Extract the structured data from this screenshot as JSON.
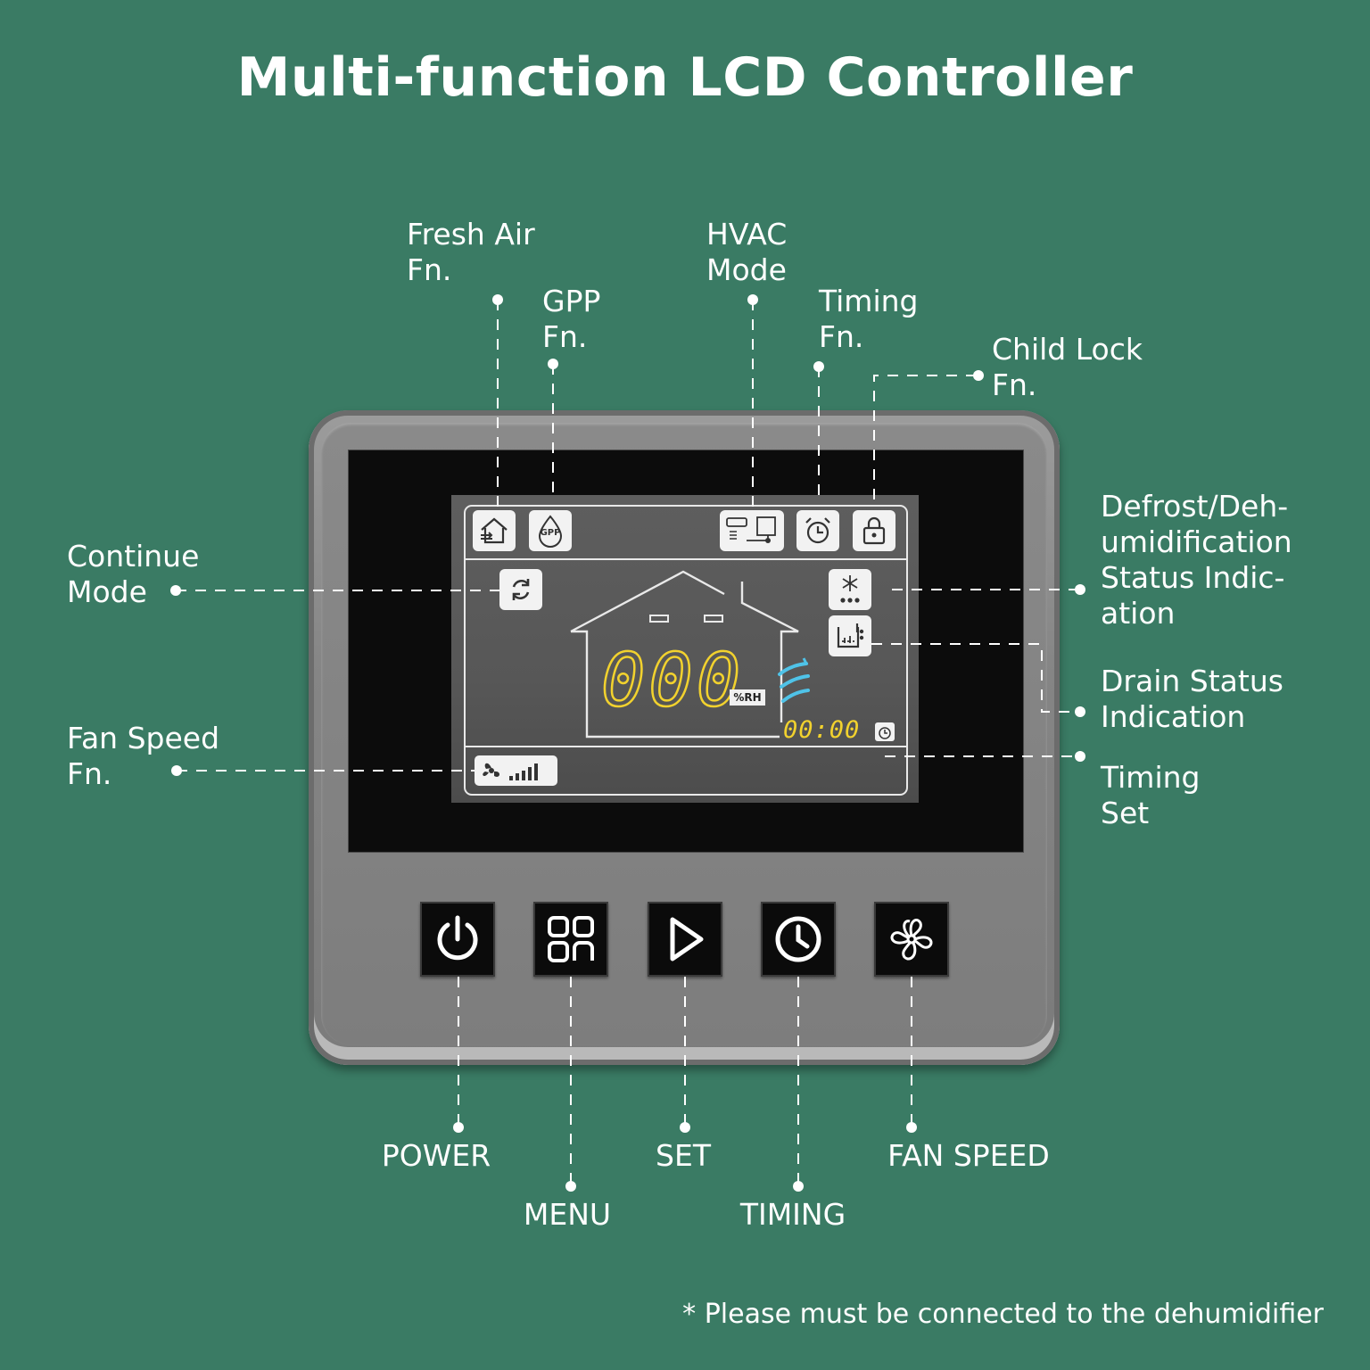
{
  "title": "Multi-function LCD Controller",
  "callouts": {
    "fresh_air": "Fresh Air\nFn.",
    "gpp": "GPP\nFn.",
    "hvac": "HVAC\nMode",
    "timing": "Timing\nFn.",
    "child_lock": "Child Lock\nFn.",
    "continue_mode": "Continue\nMode",
    "fan_speed_fn": "Fan Speed\nFn.",
    "defrost": "Defrost/Deh-\numidification\nStatus Indic-\nation",
    "drain": "Drain Status\nIndication",
    "timing_set": "Timing\nSet"
  },
  "display": {
    "humidity_digits": "000",
    "humidity_unit": "%RH",
    "timer": "00:00",
    "gpp_icon_text": "GPP"
  },
  "buttons": {
    "power": "POWER",
    "menu": "MENU",
    "set": "SET",
    "timing": "TIMING",
    "fan_speed": "FAN SPEED"
  },
  "footnote": "* Please must be connected to the dehumidifier",
  "icons": [
    "fresh-air-icon",
    "gpp-icon",
    "hvac-mode-icon",
    "alarm-clock-icon",
    "lock-icon",
    "continue-mode-icon",
    "defrost-icon",
    "drain-icon",
    "fan-speed-icon",
    "power-icon",
    "menu-grid-icon",
    "play-icon",
    "timing-clock-icon",
    "fan-icon"
  ],
  "colors": {
    "background": "#3a7b64",
    "digits": "#f2d22e",
    "airflow": "#4fc3e8"
  }
}
